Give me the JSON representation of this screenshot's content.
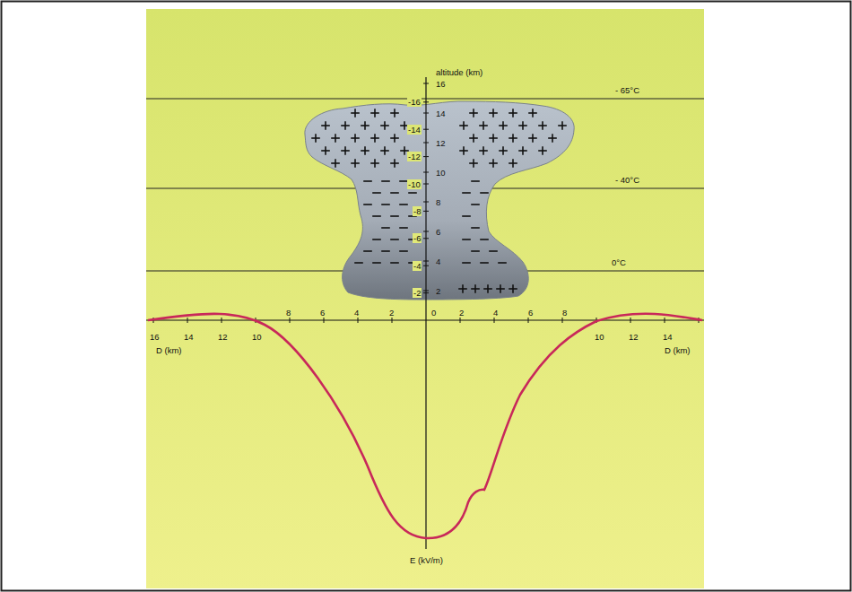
{
  "diagram": {
    "labels": [
      "altitude (km)",
      "16",
      "14",
      "12",
      "10",
      "8",
      "6",
      "4",
      "2",
      "- 65°C",
      "- 40°C",
      "0°C",
      "16",
      "14",
      "12",
      "10",
      "8",
      "6",
      "4",
      "2",
      "0",
      "2",
      "4",
      "6",
      "8",
      "10",
      "12",
      "14",
      "D (km)",
      "D (km)",
      "-2",
      "-4",
      "-6",
      "-8",
      "-10",
      "-12",
      "-14",
      "-16",
      "E (kV/m)"
    ]
  }
}
